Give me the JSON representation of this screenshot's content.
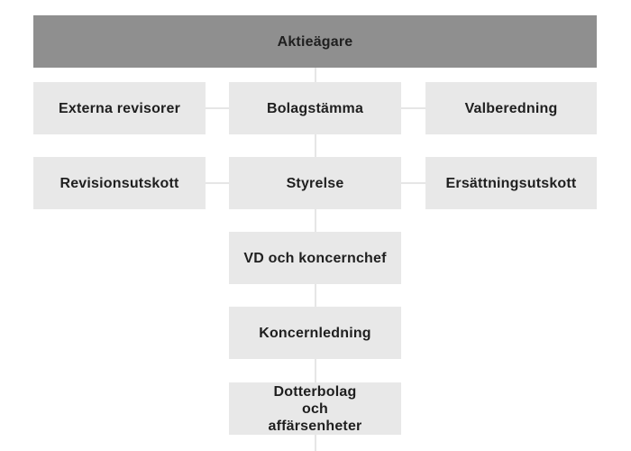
{
  "diagram": {
    "top": {
      "label": "Aktieägare"
    },
    "row1": {
      "left": "Externa revisorer",
      "center": "Bolagstämma",
      "right": "Valberedning"
    },
    "row2": {
      "left": "Revisionsutskott",
      "center": "Styrelse",
      "right": "Ersättningsutskott"
    },
    "chain": [
      "VD och koncernchef",
      "Koncernledning",
      "Dotterbolag och affärsenheter"
    ]
  },
  "colors": {
    "top_box": "#8f8f8f",
    "box": "#e8e8e8",
    "connector": "#e6e6e6",
    "text": "#1f1f1f"
  }
}
